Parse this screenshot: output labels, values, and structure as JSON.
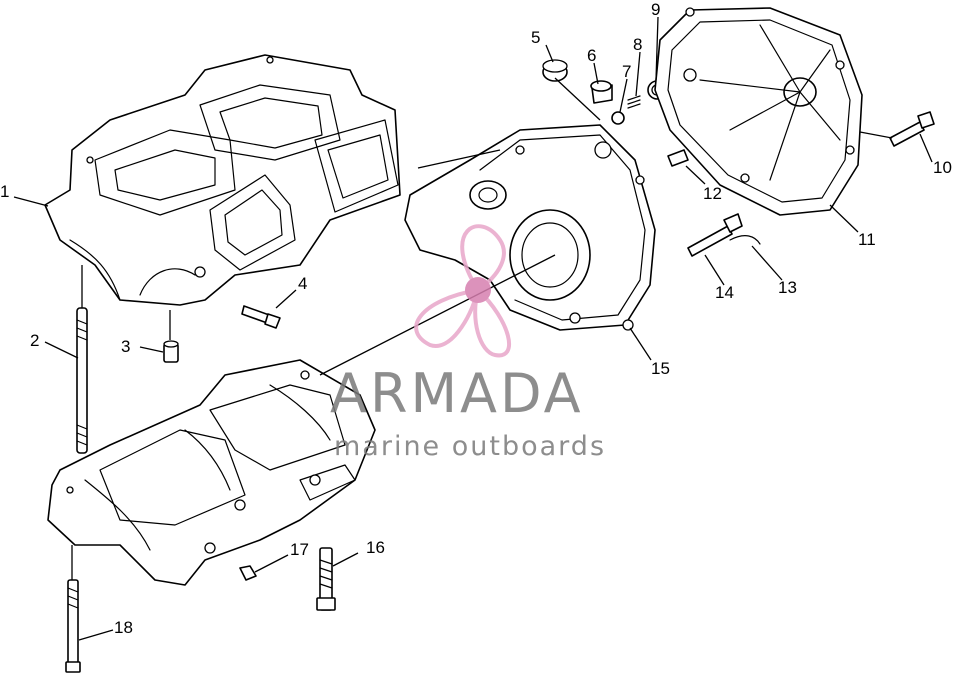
{
  "callouts": [
    {
      "num": "1"
    },
    {
      "num": "2"
    },
    {
      "num": "3"
    },
    {
      "num": "4"
    },
    {
      "num": "5"
    },
    {
      "num": "6"
    },
    {
      "num": "7"
    },
    {
      "num": "8"
    },
    {
      "num": "9"
    },
    {
      "num": "10"
    },
    {
      "num": "11"
    },
    {
      "num": "12"
    },
    {
      "num": "13"
    },
    {
      "num": "14"
    },
    {
      "num": "15"
    },
    {
      "num": "16"
    },
    {
      "num": "17"
    },
    {
      "num": "18"
    }
  ],
  "watermark": {
    "brand": "ARMADA",
    "tagline": "marine outboards",
    "color_text": "#7a7a7a",
    "color_logo": "#e8a6c9",
    "color_logo_dark": "#d77fb0"
  }
}
